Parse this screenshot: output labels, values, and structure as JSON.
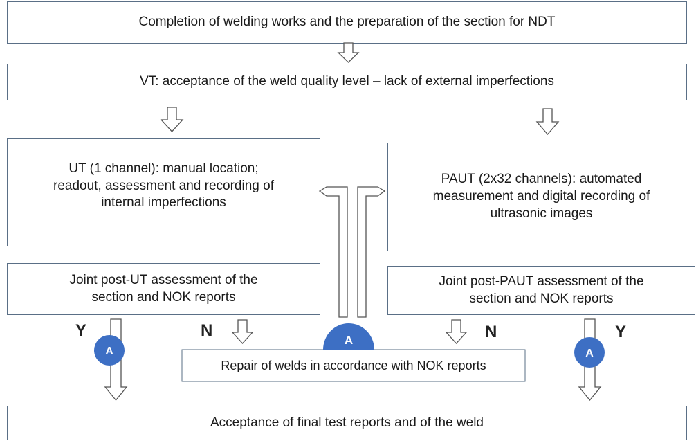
{
  "boxes": {
    "completion": "Completion of welding works and the preparation of the section for NDT",
    "vt": "VT: acceptance of the weld quality level – lack of external imperfections",
    "ut_line1": "UT (1 channel): manual location;",
    "ut_line2": "readout, assessment and recording of",
    "ut_line3": "internal imperfections",
    "paut_line1": "PAUT (2x32 channels): automated",
    "paut_line2": "measurement and digital recording of",
    "paut_line3": "ultrasonic images",
    "post_ut_line1": "Joint post-UT assessment of the",
    "post_ut_line2": "section and NOK reports",
    "post_paut_line1": "Joint post-PAUT assessment of the",
    "post_paut_line2": "section and NOK reports",
    "repair": "Repair of welds in accordance with NOK reports",
    "acceptance": "Acceptance of final test reports and of the weld"
  },
  "decisions": {
    "left_yes": "Y",
    "left_no": "N",
    "right_no": "N",
    "right_yes": "Y"
  },
  "connector_label": "A",
  "colors": {
    "border": "#5a6f86",
    "connector_fill": "#3d6fc4",
    "arrow_stroke": "#555555"
  }
}
